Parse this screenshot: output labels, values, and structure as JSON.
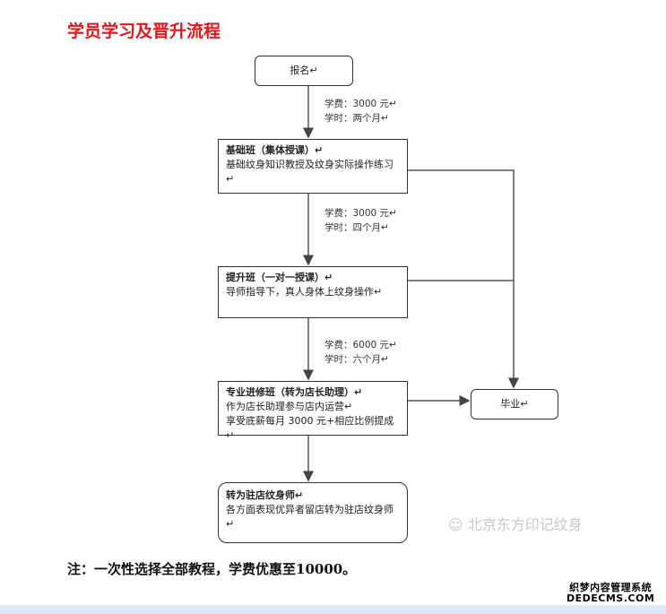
{
  "title": "学员学习及晋升流程",
  "nodes": {
    "signup": "报名↵",
    "basic": {
      "title": "基础班（集体授课）↵",
      "desc": "基础纹身知识教授及纹身实际操作练习↵"
    },
    "advanced": {
      "title": "提升班（一对一授课）↵",
      "desc": "导师指导下，真人身体上纹身操作↵"
    },
    "pro": {
      "title": "专业进修班（转为店长助理）↵",
      "line1": "作为店长助理参与店内运营↵",
      "line2": "享受底薪每月 3000 元+相应比例提成↵"
    },
    "resident": {
      "title": "转为驻店纹身师↵",
      "desc": "各方面表现优异者留店转为驻店纹身师↵"
    },
    "graduate": "毕业↵"
  },
  "fees": [
    {
      "fee": "学费：3000 元↵",
      "time": "学时：两个月↵"
    },
    {
      "fee": "学费：3000 元↵",
      "time": "学时：四个月↵"
    },
    {
      "fee": "学费：6000 元↵",
      "time": "学时：六个月↵"
    }
  ],
  "note": "注：一次性选择全部教程，学费优惠至10000。",
  "watermark": "北京东方印记纹身",
  "badge": {
    "line1": "织梦内容管理系统",
    "line2": "DEDECMS.COM"
  }
}
